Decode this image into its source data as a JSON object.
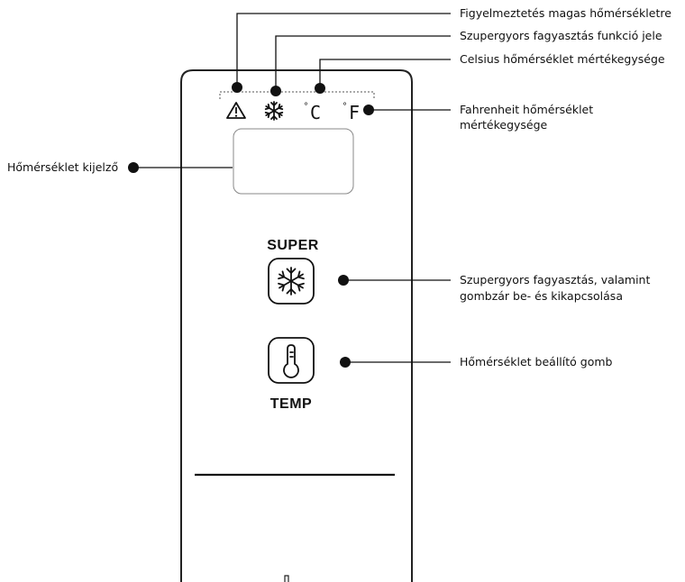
{
  "panel": {
    "super_label": "SUPER",
    "temp_label": "TEMP",
    "celsius_symbol": "C",
    "fahrenheit_symbol": "F",
    "degree_symbol": "°"
  },
  "icons": {
    "warning": "warning-triangle-icon",
    "super_freeze": "snowflake-icon",
    "super_button": "snowflake-icon",
    "temp_button": "thermometer-icon"
  },
  "callouts": {
    "warning": "Figyelmeztetés magas hőmérsékletre",
    "super_freeze_indicator": "Szupergyors fagyasztás funkció jele",
    "celsius": "Celsius hőmérséklet mértékegysége",
    "fahrenheit_line1": "Fahrenheit hőmérséklet",
    "fahrenheit_line2": "mértékegysége",
    "display": "Hőmérséklet kijelző",
    "super_button_line1": "Szupergyors fagyasztás, valamint",
    "super_button_line2": "gombzár be- és kikapcsolása",
    "temp_button": "Hőmérséklet beállító gomb"
  }
}
